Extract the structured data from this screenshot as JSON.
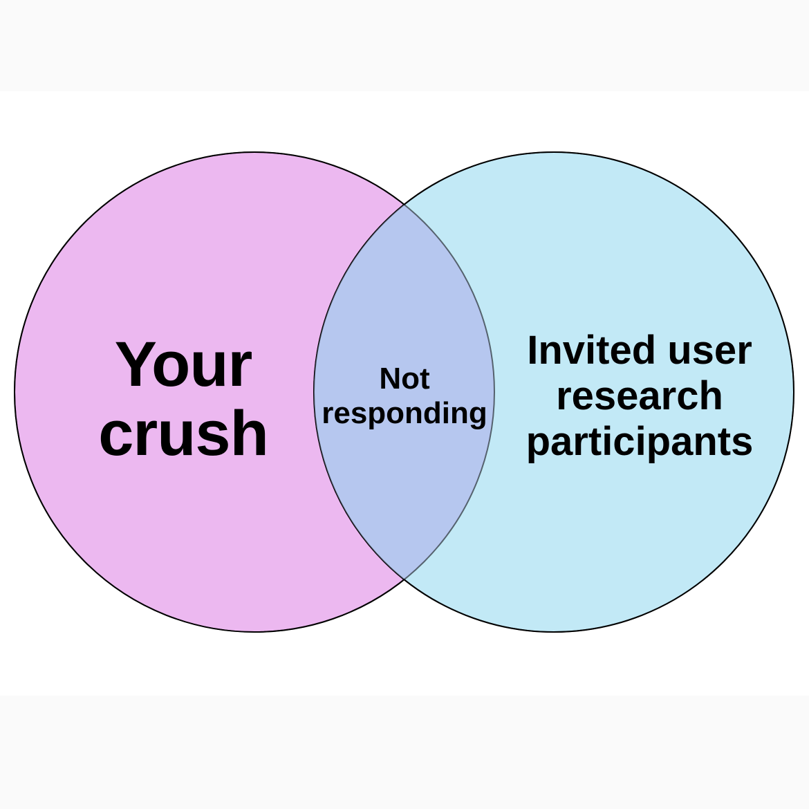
{
  "diagram": {
    "left_set": {
      "label_lines": [
        "Your",
        "crush"
      ],
      "fill": "#ecb8f0"
    },
    "intersection": {
      "label_lines": [
        "Not",
        "responding"
      ],
      "fill": "#b6c7ef"
    },
    "right_set": {
      "label_lines": [
        "Invited user",
        "research",
        "participants"
      ],
      "fill": "#c2e9f6"
    },
    "outline_color": "#000000"
  }
}
